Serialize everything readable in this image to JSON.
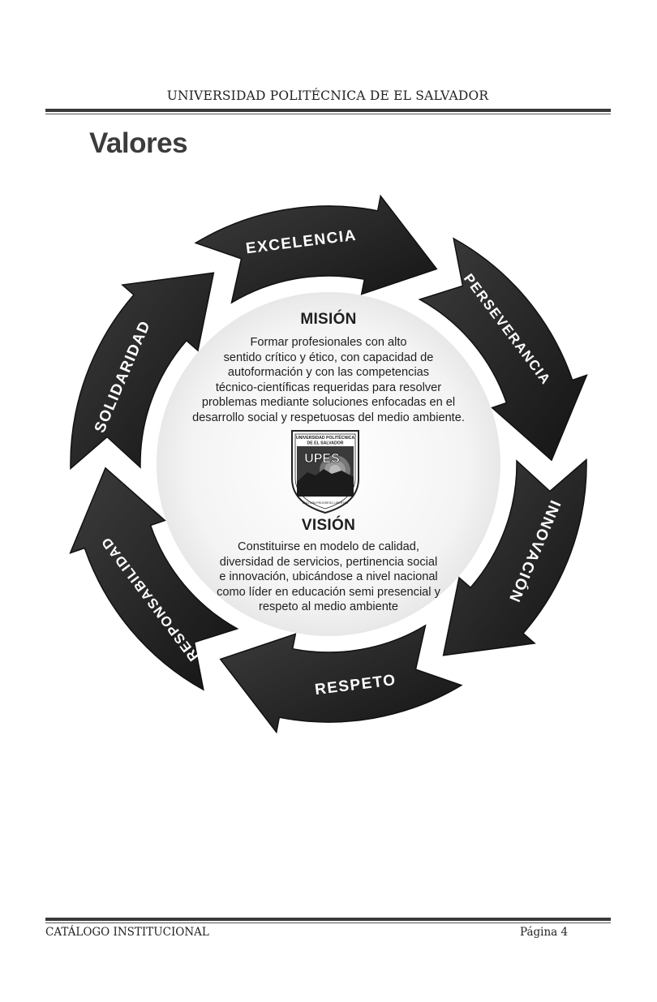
{
  "header": {
    "running_title": "UNIVERSIDAD POLITÉCNICA DE EL SALVADOR"
  },
  "section": {
    "title": "Valores"
  },
  "values_cycle": {
    "values": [
      "EXCELENCIA",
      "PERSEVERANCIA",
      "INNOVACIÓN",
      "RESPETO",
      "RESPONSABILIDAD",
      "SOLIDARIDAD"
    ]
  },
  "mision": {
    "heading": "MISIÓN",
    "lines": [
      "Formar profesionales con alto",
      "sentido crítico y ético, con capacidad de",
      "autoformación y con las competencias",
      "técnico-científicas requeridas para resolver",
      "problemas mediante soluciones enfocadas en el",
      "desarrollo social y respetuosas del medio ambiente."
    ]
  },
  "vision": {
    "heading": "VISIÓN",
    "lines": [
      "Constituirse en modelo de calidad,",
      "diversidad de servicios, pertinencia social",
      "e innovación, ubicándose a nivel nacional",
      "como líder en educación semi presencial y",
      "respeto al medio ambiente"
    ]
  },
  "logo": {
    "top_text_1": "UNIVERSIDAD POLITÉCNICA",
    "top_text_2": "DE EL SALVADOR",
    "acronym": "UPES",
    "motto": "CULTURA PROGRESO LIBERTAD"
  },
  "footer": {
    "left": "CATÁLOGO INSTITUCIONAL",
    "right": "Página 4"
  },
  "colors": {
    "arrow": "#2b2b2b",
    "arrow_edge": "#111111",
    "arrow_text": "#ffffff"
  }
}
